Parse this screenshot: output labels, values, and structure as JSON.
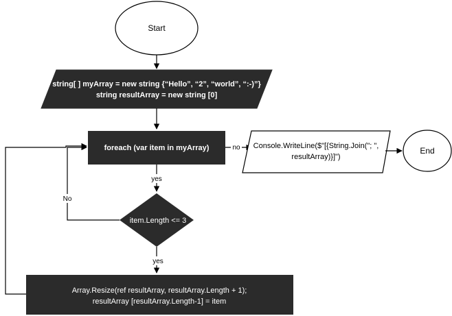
{
  "nodes": {
    "start": "Start",
    "init_line1": "string[ ] myArray = new string {“Hello”, “2”, “world”, “:-)”}",
    "init_line2": "string resultArray = new string [0]",
    "loop": "foreach (var item in myArray)",
    "decision": "item.Length <= 3",
    "resize_line1": "Array.Resize(ref resultArray, resultArray.Length + 1);",
    "resize_line2": "resultArray [resultArray.Length-1] = item",
    "output_line1": "Console.WriteLine($\"[{String.Join(\"; \",",
    "output_line2": "resultArray)}]\")",
    "end": "End"
  },
  "edges": {
    "loop_to_output": "no",
    "loop_to_decision": "yes",
    "decision_no": "No",
    "decision_yes": "yes"
  },
  "colors": {
    "dark_fill": "#2b2b2b",
    "dark_text": "#ffffff",
    "stroke": "#000000",
    "light_fill": "#ffffff"
  }
}
